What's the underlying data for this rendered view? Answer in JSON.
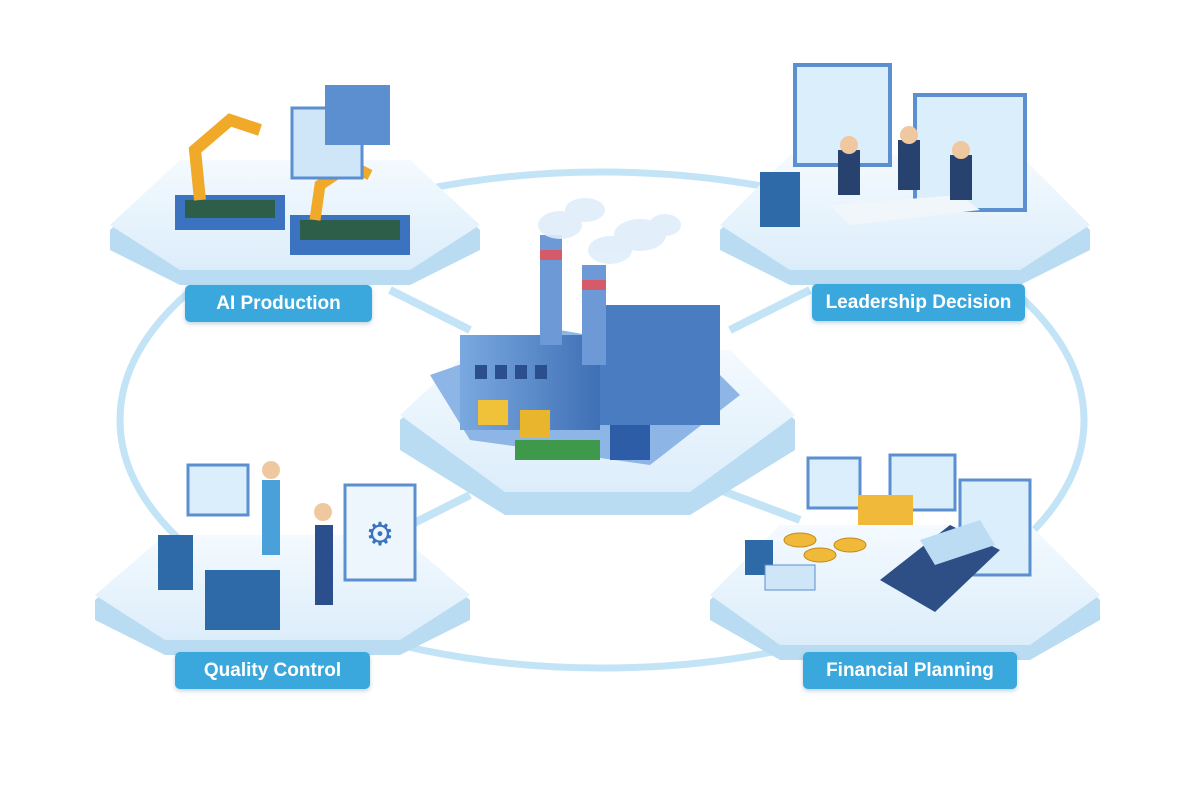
{
  "nodes": {
    "center": {
      "label": ""
    },
    "top_left": {
      "label": "AI Production"
    },
    "top_right": {
      "label": "Leadership Decision"
    },
    "bottom_left": {
      "label": "Quality Control"
    },
    "bottom_right": {
      "label": "Financial Planning"
    }
  },
  "colors": {
    "label_bg": "#3aa8dc",
    "ring": "#bfe3f5",
    "platform_top": "#e8f4fc",
    "platform_side": "#a9d4ef",
    "building": "#5b8fd0"
  }
}
